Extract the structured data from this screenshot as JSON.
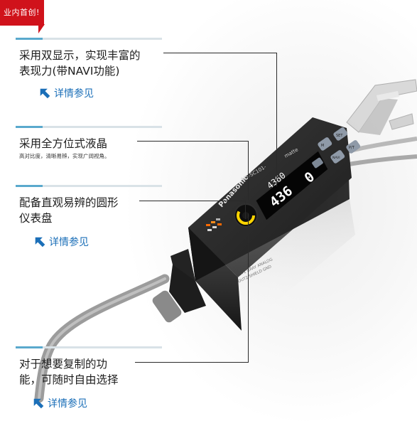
{
  "badge": {
    "text": "业内首创!",
    "mark": "®"
  },
  "features": [
    {
      "id": "dual-display",
      "title_lines": [
        "采用双显示，实现丰富的",
        "表现力(带NAVI功能)"
      ],
      "description": "",
      "link": "详情参见"
    },
    {
      "id": "lcd",
      "title_lines": [
        "采用全方位式液晶"
      ],
      "description": "高对比度，清晰易辨，实现广阔视角。",
      "link": ""
    },
    {
      "id": "circular-dial",
      "title_lines": [
        "配备直观易辨的圆形",
        "仪表盘"
      ],
      "description": "",
      "link": "详情参见"
    },
    {
      "id": "copy",
      "title_lines": [
        "对于想要复制的功",
        "能，可随时自由选择"
      ],
      "description": "",
      "link": "详情参见"
    }
  ],
  "product": {
    "brand": "Panasonic",
    "model": "MS-SC101-",
    "series": "matte",
    "display_top": "4360",
    "display_bottom": "436",
    "display_bottom_tail": "0",
    "key_labels": [
      "M",
      "SET",
      "NAVI",
      "P/T"
    ]
  },
  "colors": {
    "badge": "#d0121b",
    "accent": "#5aa9cd",
    "link": "#1b6fb8",
    "rule": "#d9e2e7",
    "display_text": "#ffffff",
    "dial_ring": "#ffd400"
  },
  "icons": {
    "link_arrow": "arrow-up-left-icon"
  }
}
